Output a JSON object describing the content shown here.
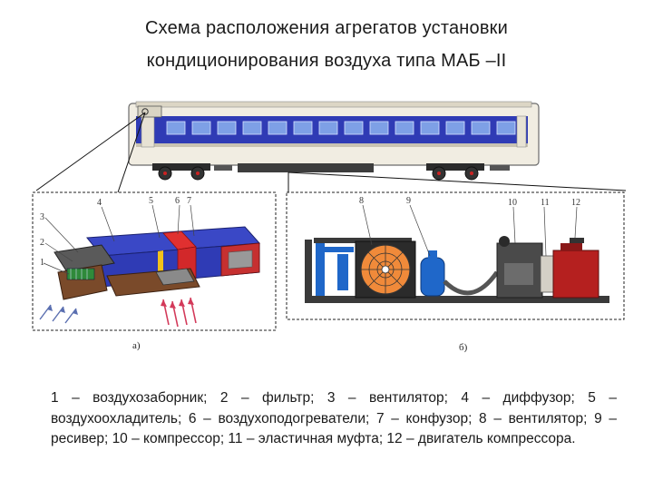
{
  "title_line1": "Схема расположения агрегатов установки",
  "title_line2": "кондиционирования воздуха типа МАБ –II",
  "panel_a_label": "а)",
  "panel_b_label": "б)",
  "left_numbers": [
    "1",
    "2",
    "3",
    "4",
    "5",
    "6",
    "7"
  ],
  "right_numbers": [
    "8",
    "9",
    "10",
    "11",
    "12"
  ],
  "caption": "1 – воздухозаборник; 2 – фильтр; 3 – вентилятор; 4 – диффузор;  5 – воздухоохладитель; 6 – воздухоподогреватели; 7 – конфузор;  8 – вентилятор; 9 – ресивер; 10 – компрессор; 11 – эластичная муфта; 12 – двигатель компрессора.",
  "colors": {
    "car_body": "#f1ede2",
    "car_stripe": "#2f3bb5",
    "window": "#7ea0e6",
    "duct_blue": "#2f3fbf",
    "duct_red": "#d2282a",
    "duct_brown": "#7a4a2a",
    "duct_gray": "#8a8a8a",
    "receiver_blue": "#1f67c9",
    "motor_red": "#b5201f",
    "arrow_red": "#d33a5a",
    "arrow_blue": "#5a6fb0"
  }
}
